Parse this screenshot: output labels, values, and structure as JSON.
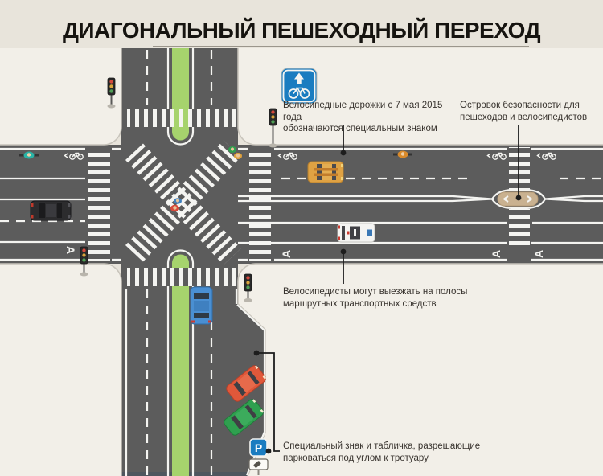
{
  "title": "ДИАГОНАЛЬНЫЙ ПЕШЕХОДНЫЙ ПЕРЕХОД",
  "annotations": {
    "bike_sign": {
      "line1": "Велосипедные дорожки с 7 мая 2015 года",
      "line2": "обозначаются специальным знаком"
    },
    "island": {
      "line1": "Островок безопасности для",
      "line2": "пешеходов и велосипедистов"
    },
    "bus_lane": {
      "line1": "Велосипедисты могут выезжать на полосы",
      "line2": "маршрутных транспортных средств"
    },
    "parking": {
      "line1": "Специальный знак и табличка, разрешающие",
      "line2": "парковаться под углом к тротуару"
    }
  },
  "road_markings": {
    "bus_lane_letter": "А"
  },
  "signs": {
    "bike_lane_sign": "bike-lane-with-arrow",
    "parking_letter": "P"
  },
  "colors": {
    "background": "#e8e4db",
    "sidewalk": "#f2efe8",
    "road": "#5c5c5c",
    "marking_white": "#f4f4f1",
    "median_green": "#a6d36d",
    "island_tan": "#c9b190",
    "sign_blue": "#1a7cc0",
    "callout_black": "#1d1d1d",
    "taxi_orange": "#dfa243",
    "car_red": "#e0583a",
    "car_green": "#2fa04f",
    "car_blue": "#4a8fd2",
    "car_dark": "#2c2c2e",
    "minibus_white": "#f4f4f2",
    "cyclist_teal": "#2ab3a6",
    "cyclist_orange": "#d98a2b"
  }
}
